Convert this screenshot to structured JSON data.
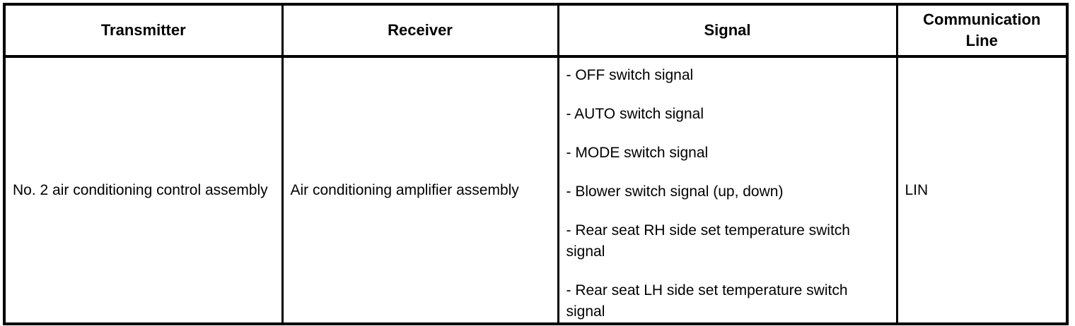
{
  "table": {
    "columns": [
      {
        "key": "transmitter",
        "label": "Transmitter"
      },
      {
        "key": "receiver",
        "label": "Receiver"
      },
      {
        "key": "signal",
        "label": "Signal"
      },
      {
        "key": "communication_line",
        "label_line1": "Communication",
        "label_line2": "Line",
        "label": "Communication Line"
      }
    ],
    "rows": [
      {
        "transmitter": "No. 2 air conditioning control assembly",
        "receiver": "Air conditioning amplifier assembly",
        "signals": [
          "- OFF switch signal",
          "- AUTO switch signal",
          "- MODE switch signal",
          "- Blower switch signal (up, down)",
          "- Rear seat RH side set temperature switch signal",
          "- Rear seat LH side set temperature switch signal"
        ],
        "communication_line": "LIN"
      }
    ]
  },
  "style": {
    "border_color": "#000000",
    "text_color": "#000000",
    "background": "#ffffff"
  }
}
